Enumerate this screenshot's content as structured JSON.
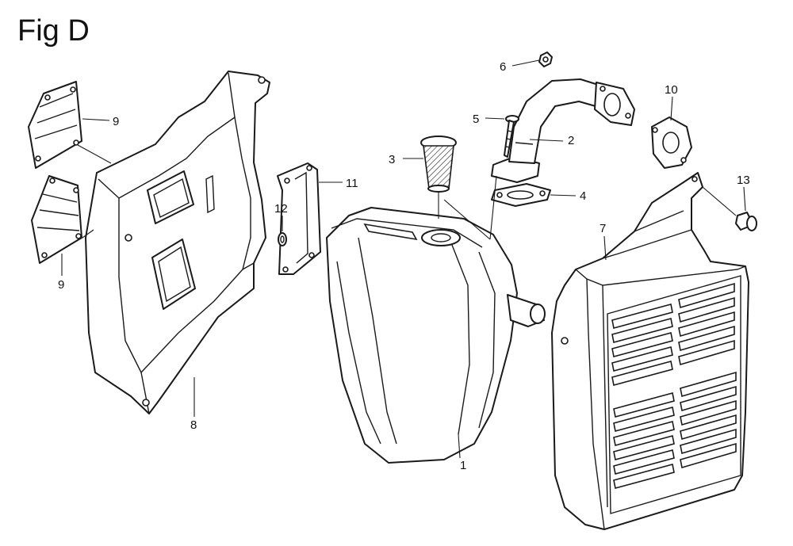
{
  "figure": {
    "title": "Fig D"
  },
  "callouts": [
    {
      "id": "c1",
      "text": "1"
    },
    {
      "id": "c2",
      "text": "2"
    },
    {
      "id": "c3",
      "text": "3"
    },
    {
      "id": "c4",
      "text": "4"
    },
    {
      "id": "c5",
      "text": "5"
    },
    {
      "id": "c6",
      "text": "6"
    },
    {
      "id": "c7",
      "text": "7"
    },
    {
      "id": "c8",
      "text": "8"
    },
    {
      "id": "c9a",
      "text": "9"
    },
    {
      "id": "c9b",
      "text": "9"
    },
    {
      "id": "c10",
      "text": "10"
    },
    {
      "id": "c11",
      "text": "11"
    },
    {
      "id": "c12",
      "text": "12"
    },
    {
      "id": "c13",
      "text": "13"
    }
  ]
}
